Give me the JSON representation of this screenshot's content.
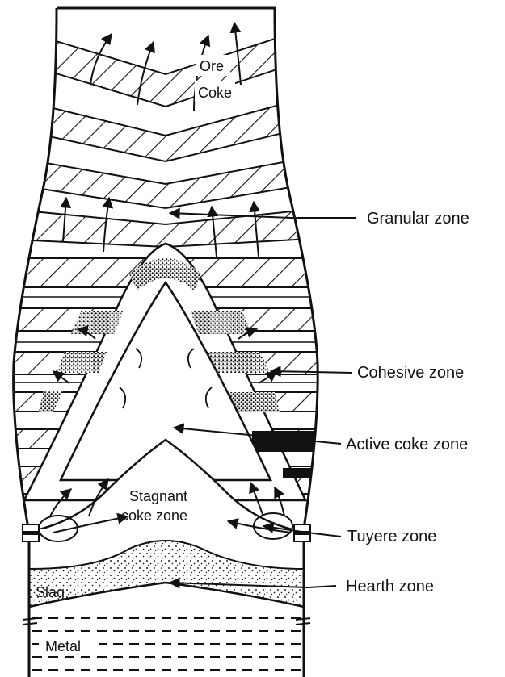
{
  "diagram": {
    "inner_labels": {
      "ore": "Ore",
      "coke": "Coke",
      "stagnant_line1": "Stagnant",
      "stagnant_line2": "coke zone",
      "slag": "Slag",
      "metal": "Metal"
    },
    "callouts": {
      "granular": "Granular zone",
      "cohesive": "Cohesive zone",
      "active": "Active coke zone",
      "tuyere": "Tuyere zone",
      "hearth": "Hearth zone"
    }
  }
}
